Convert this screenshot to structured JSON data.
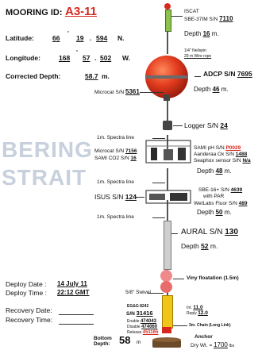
{
  "header": {
    "mooring_label": "MOORING ID:",
    "mooring_id": "A3-11",
    "latitude_label": "Latitude:",
    "lat_deg": "66",
    "lat_min": "19",
    "lat_dec": "594",
    "lat_hemi": "N.",
    "longitude_label": "Longitude:",
    "lon_deg": "168",
    "lon_min": "57",
    "lon_dec": "502",
    "lon_hemi": "W.",
    "corrected_depth_label": "Corrected Depth:",
    "corrected_depth": "58.7",
    "corrected_depth_unit": "m."
  },
  "watermark": {
    "line1": "BERING",
    "line2": "STRAIT"
  },
  "instruments": {
    "iscat": {
      "name": "ISCAT",
      "serial_label": "SBE-37IM  S/N",
      "serial": "7110",
      "depth_label": "Depth",
      "depth": "16",
      "depth_unit": "m."
    },
    "neilspin": {
      "line1": "1/4\" Neilspin",
      "line2": "29 m Wire rope"
    },
    "adcp": {
      "label": "ADCP  S/N",
      "serial": "7695",
      "depth_label": "Depth",
      "depth": "46",
      "depth_unit": "m."
    },
    "microcat_float": {
      "label": "Microcat S/N",
      "serial": "5361"
    },
    "logger": {
      "label": "Logger S/N",
      "serial": "24"
    },
    "spectra1": "1m. Spectra line",
    "cage1_left": {
      "microcat_label": "Microcat S/N",
      "microcat_serial": "7156",
      "sami_co2_label": "SAMI CO2 S/N",
      "sami_co2_serial": "16"
    },
    "cage1_right": {
      "sami_ph_label": "SAMI pH S/N",
      "sami_ph_serial": "P0029",
      "aanderaa_label": "Aanderaa Ox S/N",
      "aanderaa_serial": "1488",
      "seaphox_label": "Seaphox sensor S/N",
      "seaphox_serial": "N/a",
      "depth_label": "Depth",
      "depth": "48",
      "depth_unit": "m."
    },
    "spectra2": "1m. Spectra line",
    "isus": {
      "label": "ISUS S/N",
      "serial": "124"
    },
    "cage2_right": {
      "sbe_label": "SBE-16+ S/N",
      "sbe_serial": "4639",
      "par_label": "with PAR",
      "wetlabs_label": "WetLabs Fluor S/N",
      "wetlabs_serial": "489",
      "depth_label": "Depth",
      "depth": "50",
      "depth_unit": "m."
    },
    "spectra3": "1m. Spectra line",
    "aural": {
      "label": "AURAL  S/N",
      "serial": "130",
      "depth_label": "Depth",
      "depth": "52",
      "depth_unit": "m."
    },
    "viny": "Viny floatation (1.5m)",
    "swivel": "5/8\" Swivel",
    "release": {
      "model": "EG&G 8242",
      "sn_label": "S/N",
      "sn": "31416",
      "enable_label": "Enable",
      "enable": "474043",
      "disable_label": "Disable",
      "disable": "474060",
      "release_label": "Release",
      "release": "451165"
    },
    "release_right": {
      "int_label": "Int.",
      "int_value": "11.0",
      "reply_label": "Reply",
      "reply_value": "12.0"
    },
    "chain": "3m. Chain (Long Link)"
  },
  "deploy": {
    "date_label": "Deploy Date :",
    "date": "14 July 11",
    "time_label": "Deploy Time :",
    "time": "22:12 GMT",
    "recovery_date_label": "Recovery Date:",
    "recovery_time_label": "Recovery Time:"
  },
  "bottom": {
    "label_line1": "Bottom",
    "label_line2": "Depth:",
    "depth": "58",
    "unit": "m",
    "anchor_label": "Anchor",
    "dry_label": "Dry Wt. =",
    "anchor_weight": "1700",
    "anchor_unit": "lbs"
  },
  "colors": {
    "float_red": "#e23b1e",
    "float_dark": "#b82410",
    "viny_pink": "#f08a8a",
    "release_yellow": "#f0c419",
    "release_red": "#d6281d",
    "iscat_green": "#8bc34a",
    "watermark": "#c7d0dc"
  }
}
